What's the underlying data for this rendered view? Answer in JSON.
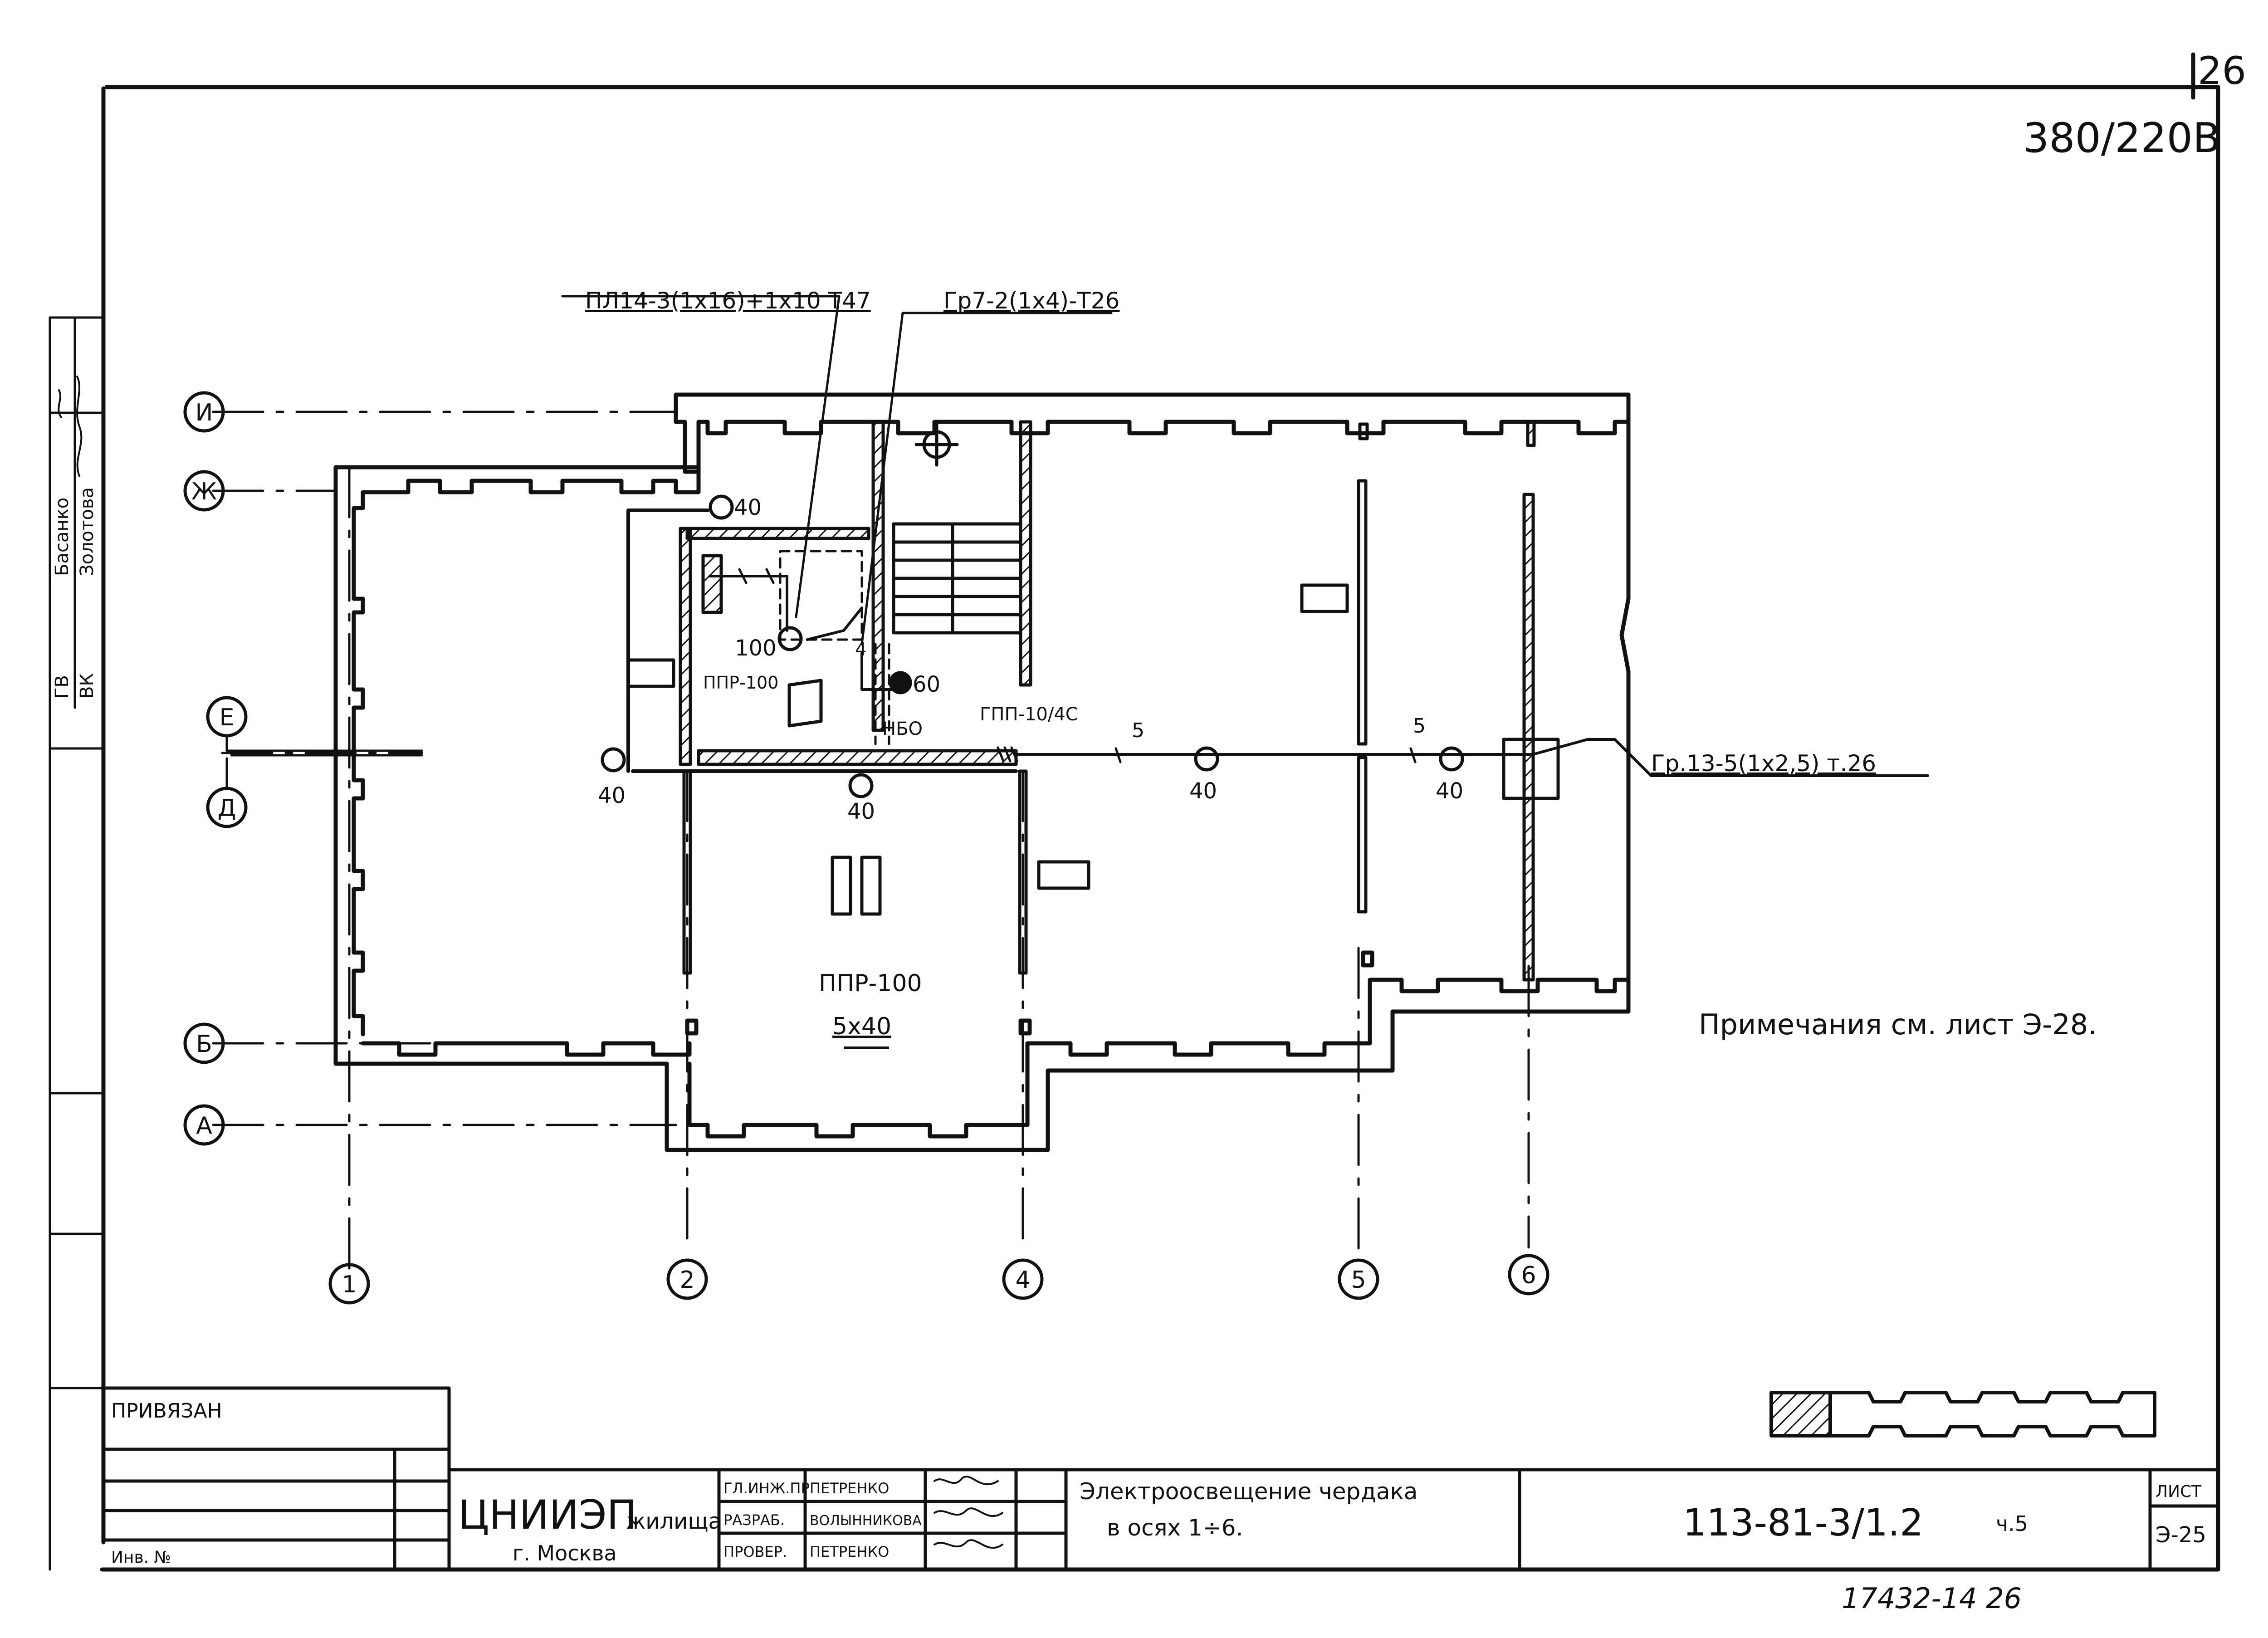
{
  "sheet_number_corner": "26",
  "voltage": "380/220В",
  "feeders": {
    "main_feed": "ПЛ14-3(1х16)+1х10 Т47",
    "group7": "Гр7-2(1х4)-Т26",
    "group13": "Гр.13-5(1х2,5) т.26"
  },
  "axes": {
    "rows": [
      "И",
      "Ж",
      "Е",
      "Д",
      "Б",
      "А"
    ],
    "columns": [
      "1",
      "2",
      "4",
      "5",
      "6"
    ]
  },
  "lamps": {
    "l40_top": "40",
    "l100": "100",
    "l60": "60",
    "l40_left": "40",
    "l40_center": "40",
    "l40_mid": "40",
    "l40_right": "40"
  },
  "equipment": {
    "ppr_small": "ППР-100",
    "nbo": "НБО",
    "gpp": "ГПП-10/4С",
    "ppr_main": "ППР-100",
    "ppr_main_spec": "5х40",
    "wire_count_1": "5",
    "wire_count_2": "5",
    "wire_count_3": "4"
  },
  "notes": "Примечания см. лист Э-28.",
  "margin_stamp": {
    "row1": "Басанко",
    "row2": "Золотова",
    "col1": "ГВ",
    "col2": "ВК"
  },
  "title_block": {
    "privyazan": "ПРИВЯЗАН",
    "inv_no": "Инв. №",
    "org": "ЦНИИЭП",
    "org_suffix": "жилища",
    "city": "г. Москва",
    "roles": [
      {
        "role": "ГЛ.ИНЖ.ПР",
        "name": "ПЕТРЕНКО"
      },
      {
        "role": "РАЗРАБ.",
        "name": "ВОЛЫННИКОВА"
      },
      {
        "role": "ПРОВЕР.",
        "name": "ПЕТРЕНКО"
      }
    ],
    "title_line1": "Электроосвещение чердака",
    "title_line2": "в осях 1÷6.",
    "doc_code": "113-81-3/1.2",
    "part": "ч.5",
    "list_label": "ЛИСТ",
    "list_number": "Э-25",
    "archive_number": "17432-14 26"
  }
}
